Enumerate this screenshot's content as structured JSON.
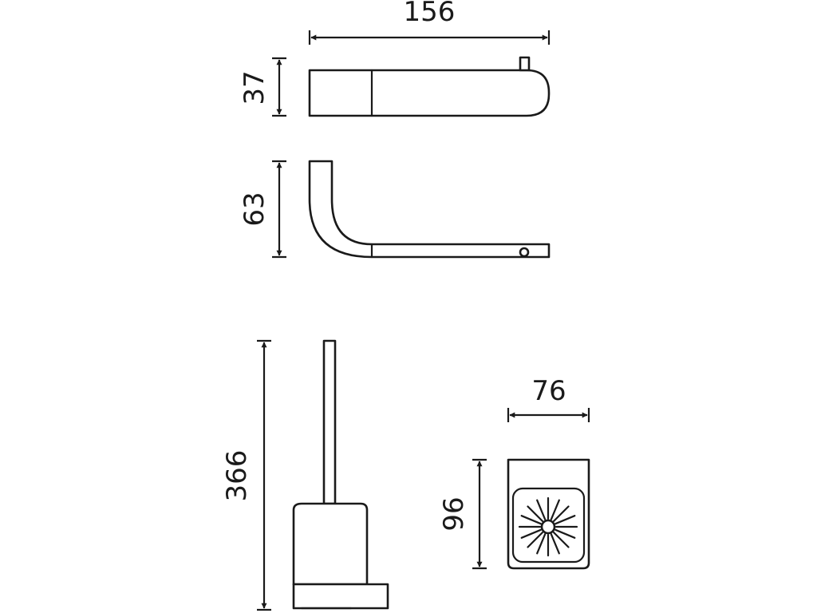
{
  "dimensions": {
    "holder_width": "156",
    "holder_top_height": "37",
    "holder_side_height": "63",
    "brush_height": "366",
    "cup_width": "76",
    "cup_height": "96"
  }
}
